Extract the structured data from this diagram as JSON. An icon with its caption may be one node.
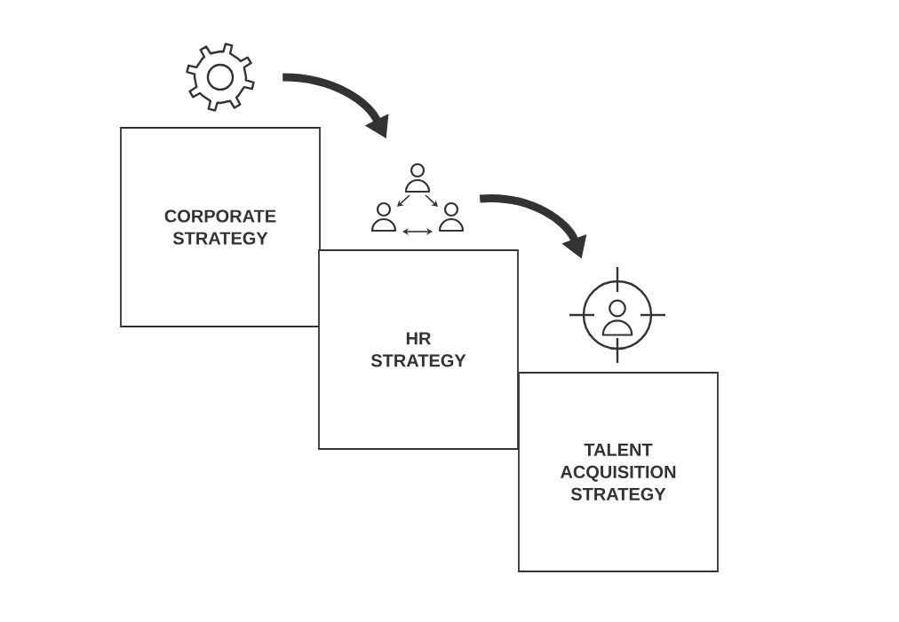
{
  "diagram": {
    "nodes": [
      {
        "text": [],
        "shape": "gear"
      },
      {
        "text": [
          "CORPORATE STRATEGY"
        ]
      },
      {
        "text": [],
        "shape": "people"
      },
      {
        "text": [
          "HR STRATEGY"
        ]
      },
      {
        "text": [],
        "shape": "target"
      },
      {
        "text": [
          "TALENT ACQUISITION STRATEGY"
        ]
      }
    ],
    "edges": [
      {
        "from": 0,
        "to": 2,
        "arrow": "to"
      },
      {
        "from": 2,
        "to": 4,
        "arrow": "to"
      }
    ]
  }
}
